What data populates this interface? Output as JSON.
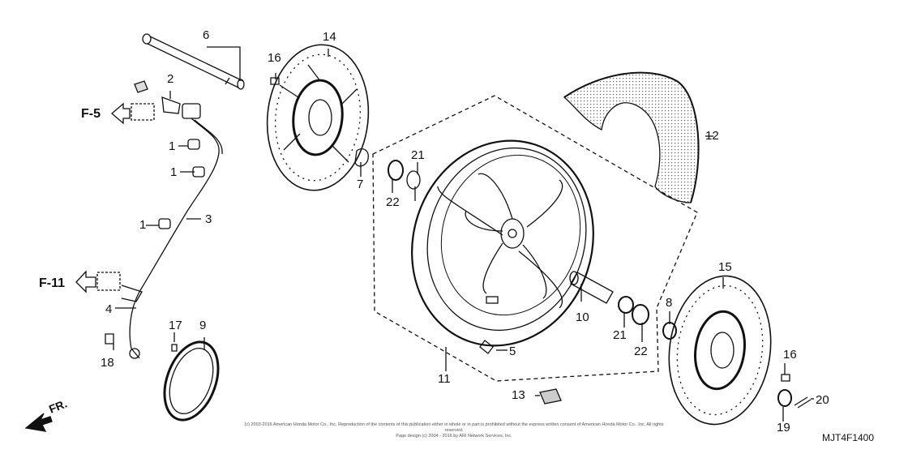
{
  "callouts": {
    "c1a": "1",
    "c1b": "1",
    "c1c": "1",
    "c2": "2",
    "c3": "3",
    "c4": "4",
    "c5": "5",
    "c6": "6",
    "c7": "7",
    "c8": "8",
    "c9": "9",
    "c10": "10",
    "c11": "11",
    "c12": "12",
    "c13": "13",
    "c14": "14",
    "c15": "15",
    "c16a": "16",
    "c16b": "16",
    "c17": "17",
    "c18": "18",
    "c19": "19",
    "c20": "20",
    "c21a": "21",
    "c21b": "21",
    "c22a": "22",
    "c22b": "22"
  },
  "refs": {
    "f5": "F-5",
    "f11": "F-11"
  },
  "direction": "FR.",
  "copyright_line1": "(c) 2003-2016 American Honda Motor Co., Inc. Reproduction of the contents of this publication either in whole or in part is prohibited without the express written consent of American Honda Motor Co., Inc. All rights reserved.",
  "copyright_line2": "Page design (c) 2004 - 2016 by ARI Network Services, Inc.",
  "diagram_code": "MJT4F1400"
}
